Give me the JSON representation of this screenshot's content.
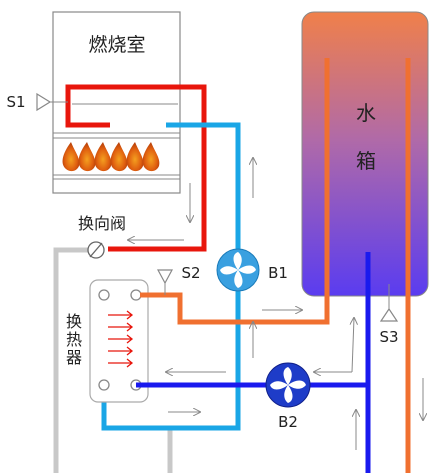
{
  "labels": {
    "combustion_chamber": "燃烧室",
    "s1": "S1",
    "s2": "S2",
    "s3": "S3",
    "valve": "换向阀",
    "b1": "B1",
    "b2": "B2",
    "hx_1": "换",
    "hx_2": "热",
    "hx_3": "器",
    "tank_1": "水",
    "tank_2": "箱"
  },
  "colors": {
    "hot": "#e8160c",
    "cold": "#1a1aee",
    "light_blue": "#1aa6e6",
    "orange": "#f07030",
    "gray": "#c8c8c8",
    "arrow": "#888888",
    "pump": "#3aa0e0",
    "pump_dark": "#1e3cc8"
  }
}
